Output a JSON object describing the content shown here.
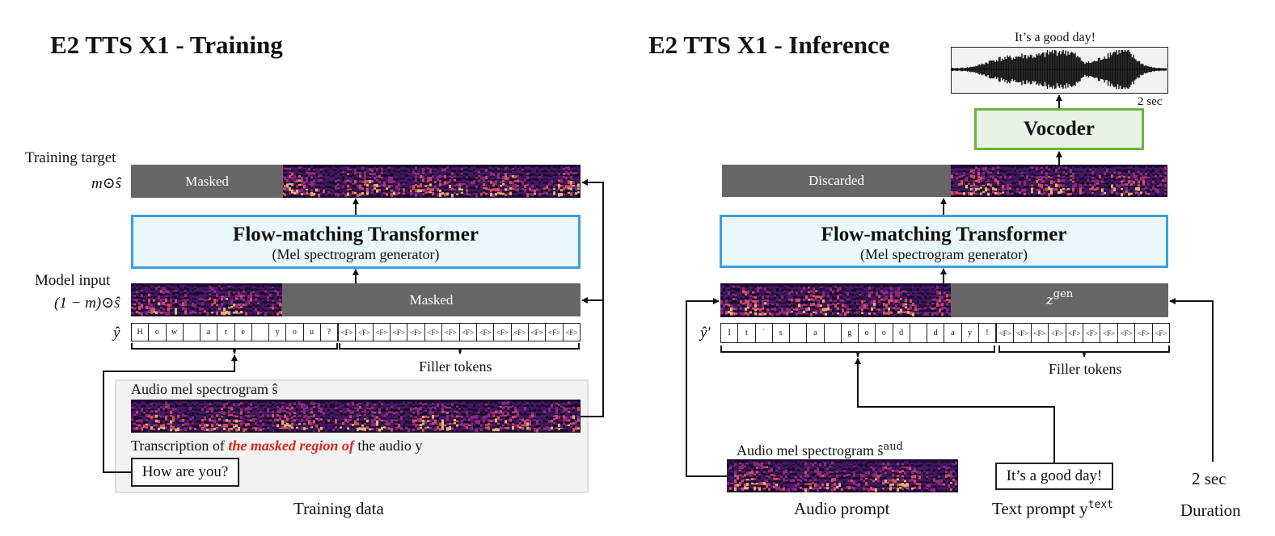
{
  "training": {
    "title": "E2 TTS X1 - Training",
    "training_target_label": "Training target",
    "target_formula": "m⊙ŝ",
    "masked_label_top": "Masked",
    "fmt_title": "Flow-matching Transformer",
    "fmt_subtitle": "(Mel spectrogram generator)",
    "model_input_label": "Model input",
    "input_formula": "(1 − m)⊙ŝ",
    "masked_label_input": "Masked",
    "token_symbol": "ŷ",
    "text_tokens": [
      "H",
      "o",
      "w",
      "",
      "a",
      "r",
      "e",
      "",
      "y",
      "o",
      "u",
      "?"
    ],
    "filler_tokens": [
      "<F>",
      "<F>",
      "<F>",
      "<F>",
      "<F>",
      "<F>",
      "<F>",
      "<F>",
      "<F>",
      "<F>",
      "<F>",
      "<F>",
      "<F>",
      "<F>"
    ],
    "filler_label": "Filler tokens",
    "audio_mel_label": "Audio mel spectrogram ŝ",
    "transcription_prefix": "Transcription of ",
    "transcription_highlight": "the masked region of",
    "transcription_suffix": " the audio y",
    "transcript_text": "How are you?",
    "panel_caption": "Training data"
  },
  "inference": {
    "title": "E2 TTS X1 - Inference",
    "output_text": "It’s a good day!",
    "duration_tag": "2 sec",
    "vocoder_label": "Vocoder",
    "discarded_label": "Discarded",
    "fmt_title": "Flow-matching Transformer",
    "fmt_subtitle": "(Mel spectrogram generator)",
    "zgen_label": "z",
    "zgen_sup": "gen",
    "token_symbol": "ŷ′",
    "text_tokens": [
      "I",
      "t",
      "`",
      "s",
      "",
      "a",
      "",
      "g",
      "o",
      "o",
      "d",
      "",
      "d",
      "a",
      "y",
      "!"
    ],
    "filler_tokens": [
      "<F>",
      "<F>",
      "<F>",
      "<F>",
      "<F>",
      "<F>",
      "<F>",
      "<F>",
      "<F>",
      "<F>"
    ],
    "filler_label": "Filler tokens",
    "audio_mel_label": "Audio mel spectrogram ŝ",
    "audio_mel_sup": "aud",
    "text_prompt_box": "It’s a good day!",
    "duration_value": "2 sec",
    "audio_prompt_caption": "Audio prompt",
    "text_prompt_caption": "Text prompt y",
    "text_prompt_sup": "text",
    "duration_caption": "Duration"
  },
  "colors": {
    "fmt_fill": "#eaf8fb",
    "fmt_border": "#3a9fda",
    "vocoder_fill": "#e8f3e6",
    "vocoder_border": "#6fb23f",
    "mask_gray": "#666666",
    "highlight_red": "#e0241c"
  }
}
